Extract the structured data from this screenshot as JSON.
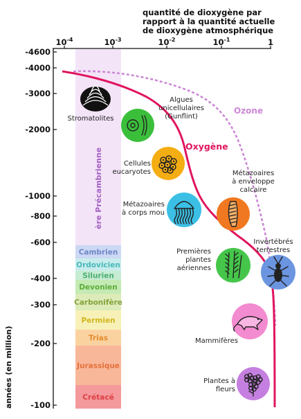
{
  "top_title": [
    "quantité de dioxygène par",
    "rapport à la quantité actuelle",
    "de dioxygène atmosphérique"
  ],
  "top_axis": [
    {
      "base": "10",
      "exp": "-4"
    },
    {
      "base": "10",
      "exp": "-3"
    },
    {
      "base": "10",
      "exp": "-2"
    },
    {
      "base": "10",
      "exp": "-1"
    },
    {
      "base": "1",
      "exp": ""
    }
  ],
  "left_axis_label": "années (en million)",
  "left_ticks": [
    "-4600",
    "-4000",
    "-3000",
    "-2000",
    "-1000",
    "-800",
    "-600",
    "-400",
    "-300",
    "-200",
    "-100"
  ],
  "precambrian_label": "ère Précambrienne",
  "periods": [
    {
      "name": "Cambrien",
      "color": "#ccd8f4",
      "text_color": "#6f86c7"
    },
    {
      "name": "Ordovicien",
      "color": "#c8ecec",
      "text_color": "#47b9b9"
    },
    {
      "name": "Silurien",
      "color": "#c6ecd3",
      "text_color": "#4cac73"
    },
    {
      "name": "Devonien",
      "color": "#c4eab4",
      "text_color": "#5cad3a"
    },
    {
      "name": "Carbonifère",
      "color": "#dcebb8",
      "text_color": "#86a23c"
    },
    {
      "name": "Permien",
      "color": "#f7f1b8",
      "text_color": "#d2b61d"
    },
    {
      "name": "Trias",
      "color": "#fad2a0",
      "text_color": "#e58a2b"
    },
    {
      "name": "Jurassique",
      "color": "#f9b79a",
      "text_color": "#e4703a"
    },
    {
      "name": "Crétacé",
      "color": "#f4999c",
      "text_color": "#de4146"
    }
  ],
  "curves": {
    "oxygen": {
      "label": "Oxygène",
      "color": "#e0155f"
    },
    "ozone": {
      "label": "Ozone",
      "color": "#cc88d6"
    }
  },
  "organisms": [
    {
      "label": [
        "Stromatolites"
      ],
      "color": "#ffffff",
      "icon": "stromatolite-icon"
    },
    {
      "label": [
        "Algues",
        "unicellulaires",
        "(Gunflint)"
      ],
      "color": "#3bbf3b",
      "icon": "algae-icon"
    },
    {
      "label": [
        "Cellules",
        "eucaryotes"
      ],
      "color": "#f5ad14",
      "icon": "eukaryote-cells-icon"
    },
    {
      "label": [
        "Métazoaires",
        "à corps mou"
      ],
      "color": "#3cbfe4",
      "icon": "jellyfish-icon"
    },
    {
      "label": [
        "Métazoaires",
        "à enveloppe",
        "calcaire"
      ],
      "color": "#f07820",
      "icon": "shell-icon"
    },
    {
      "label": [
        "Premières",
        "plantes",
        "aériennes"
      ],
      "color": "#45c64a",
      "icon": "plant-icon"
    },
    {
      "label": [
        "Invertébrés",
        "terrestres"
      ],
      "color": "#6b95e0",
      "icon": "insect-icon"
    },
    {
      "label": [
        "Mammifères"
      ],
      "color": "#f38bd0",
      "icon": "mammal-icon"
    },
    {
      "label": [
        "Plantes à",
        "fleurs"
      ],
      "color": "#c57fe0",
      "icon": "flower-icon"
    }
  ]
}
